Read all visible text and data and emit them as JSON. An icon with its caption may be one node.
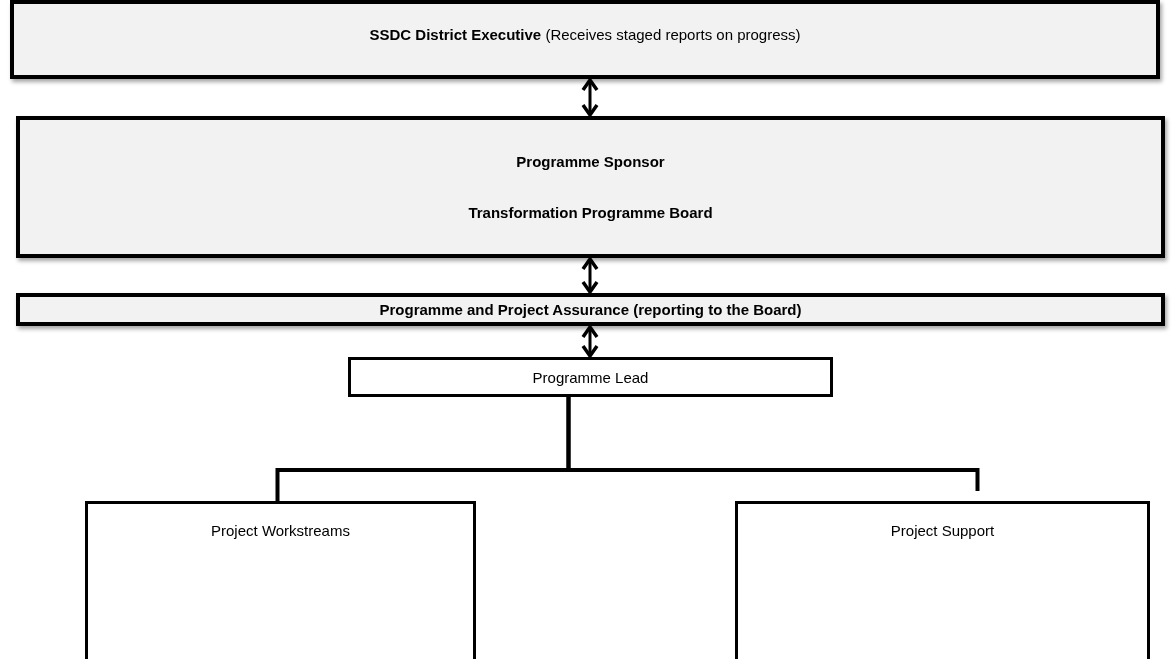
{
  "diagram": {
    "nodes": [
      {
        "text": [
          "**SSDC District Executive** (Receives staged reports on progress)"
        ]
      },
      {
        "text": [
          "Programme Sponsor",
          "Transformation Programme Board"
        ]
      },
      {
        "text": [
          "Programme and Project Assurance (reporting to the Board)"
        ]
      },
      {
        "text": [
          "Programme Lead"
        ]
      },
      {
        "text": [
          "Project Workstreams"
        ]
      },
      {
        "text": [
          "Project Support"
        ]
      }
    ],
    "edges": [
      {
        "from": 0,
        "to": 1,
        "arrow": "both"
      },
      {
        "from": 1,
        "to": 2,
        "arrow": "both"
      },
      {
        "from": 2,
        "to": 3,
        "arrow": "both"
      },
      {
        "from": 3,
        "to": 4,
        "arrow": "none"
      },
      {
        "from": 3,
        "to": 5,
        "arrow": "none"
      }
    ]
  }
}
